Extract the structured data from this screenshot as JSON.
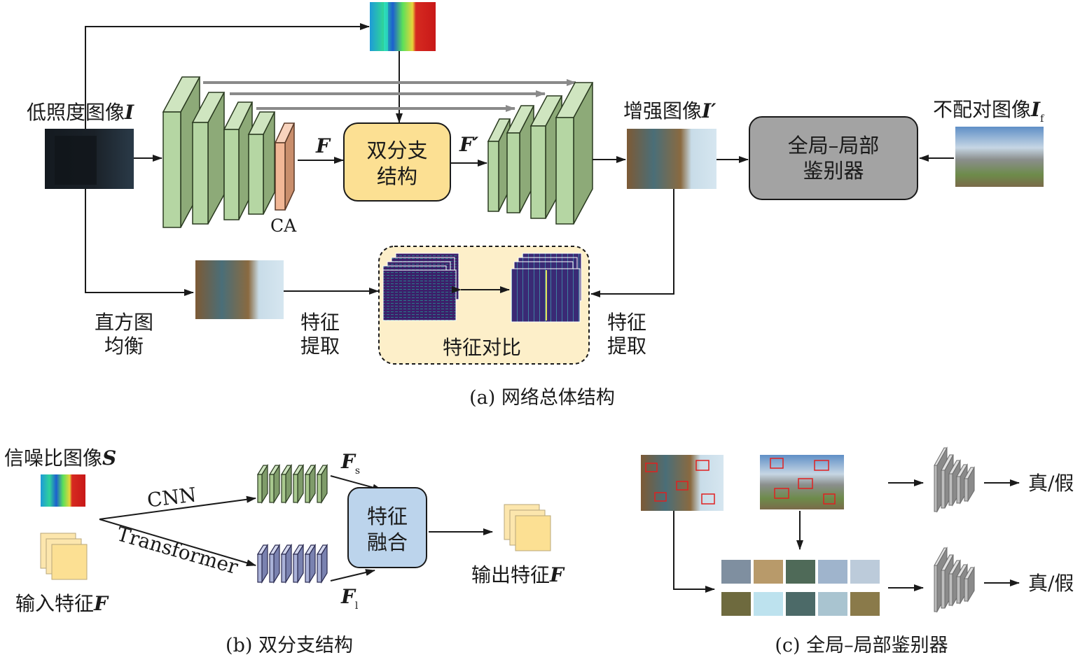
{
  "part_a": {
    "input_label": "低照度图像",
    "input_var": "I",
    "ca_label": "CA",
    "feat_label": "F",
    "feat_prime_label": "F′",
    "dual_branch_line1": "双分支",
    "dual_branch_line2": "结构",
    "enhanced_label": "增强图像",
    "enhanced_var": "I′",
    "discriminator_line1": "全局–局部",
    "discriminator_line2": "鉴别器",
    "unpaired_label": "不配对图像",
    "unpaired_var": "I",
    "unpaired_sub": "f",
    "histeq_line1": "直方图",
    "histeq_line2": "均衡",
    "extract_left_line1": "特征",
    "extract_left_line2": "提取",
    "extract_right_line1": "特征",
    "extract_right_line2": "提取",
    "contrast_label": "特征对比",
    "caption": "(a) 网络总体结构"
  },
  "part_b": {
    "snr_label": "信噪比图像",
    "snr_var": "S",
    "cnn_label": "CNN",
    "transformer_label": "Transformer",
    "fs_var": "F",
    "fs_sub": "s",
    "fl_var": "F",
    "fl_sub": "l",
    "fusion_line1": "特征",
    "fusion_line2": "融合",
    "input_feat_label": "输入特征",
    "input_feat_var": "F",
    "output_feat_label": "输出特征",
    "output_feat_var": "F",
    "caption": "(b) 双分支结构"
  },
  "part_c": {
    "real_fake_top": "真/假",
    "real_fake_bottom": "真/假",
    "caption": "(c) 全局–局部鉴别器"
  },
  "colors": {
    "encoder_green": "#b5d6a3",
    "ca_orange": "#f2b796",
    "dual_yellow": "#fce093",
    "fusion_blue": "#bcd4ec",
    "disc_gray": "#a3a3a3",
    "contrast_bg": "#fdefc9",
    "cnn_green": "#a9c98f",
    "transformer_purple": "#aab2d8",
    "feature_map_purple": "#3c1f6a"
  }
}
